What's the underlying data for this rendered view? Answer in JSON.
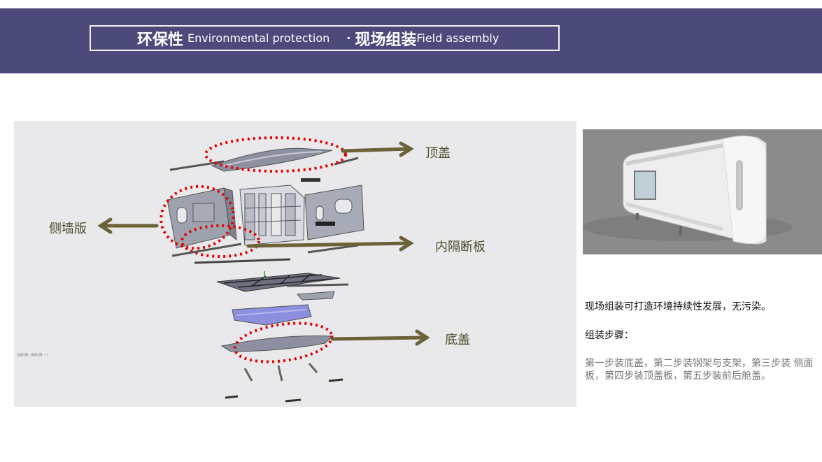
{
  "header": {
    "title_cn_1": "环保性",
    "title_en_1": "Environmental protection",
    "separator": "·",
    "title_cn_2": "现场组装",
    "title_en_2": "Field assembly"
  },
  "diagram": {
    "labels": {
      "top_cover": "顶盖",
      "side_wall": "侧墙版",
      "partition": "内隔断板",
      "bottom_cover": "底盖"
    },
    "tiny_caption": "出版日期：修改日期：( )"
  },
  "text": {
    "intro": "现场组装可打造环境持续性发展，无污染。",
    "steps_heading": "组装步骤：",
    "steps": "第一步装底盖，第二步装钢架与支架，第三步装 侧面板，第四步装顶盖板，第五步装前后舱盖。"
  },
  "colors": {
    "banner": "#4c4a7b",
    "arrow": "#6b6238",
    "dashed_outline": "#e00000",
    "diagram_bg": "#e9e9ec"
  }
}
